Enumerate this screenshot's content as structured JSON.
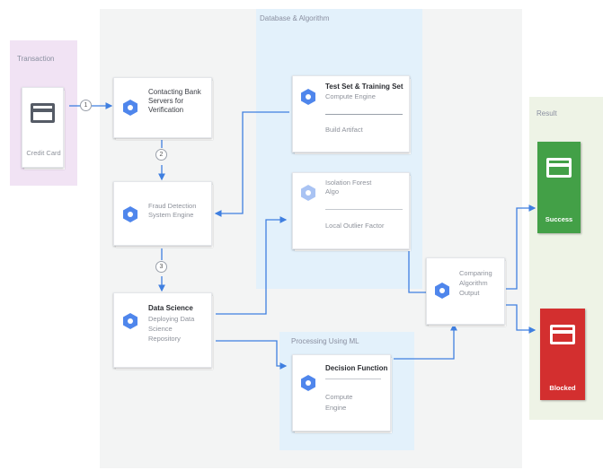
{
  "regions": {
    "transaction": "Transaction",
    "database_algorithm": "Database & Algorithm",
    "processing_ml": "Processing Using ML",
    "result": "Result"
  },
  "nodes": {
    "credit_card": "Credit Card",
    "contacting_bank": [
      "Contacting Bank",
      "Servers for",
      "Verification"
    ],
    "fraud_detection": [
      "Fraud Detection",
      "System Engine"
    ],
    "data_science": {
      "title": "Data Science",
      "sub": [
        "Deploying Data",
        "Science",
        "Repository"
      ]
    },
    "test_set": {
      "title": "Test Set & Training Set",
      "sub1": "Compute Engine",
      "sub2": "Build Artifact"
    },
    "isolation_forest": {
      "title": [
        "Isolation Forest",
        "Algo"
      ],
      "sub": "Local Outlier Factor"
    },
    "decision_function": {
      "title": "Decision Function",
      "sub": [
        "Compute",
        "Engine"
      ]
    },
    "comparing": [
      "Comparing",
      "Algorithm",
      "Output"
    ],
    "success": "Success",
    "blocked": "Blocked"
  },
  "steps": [
    "1",
    "2",
    "3"
  ],
  "colors": {
    "transaction_bg": "#f1e3f4",
    "database_bg": "#e3f1fb",
    "outer_bg": "#f3f4f4",
    "result_bg": "#eef3e6",
    "gcp_blue": "#4f86ec",
    "arrow": "#3f7fe0",
    "success": "#43a047",
    "blocked": "#d32f2f"
  },
  "icons": [
    "gcp-hexagon-icon",
    "credit-card-icon",
    "step-number-icon"
  ]
}
